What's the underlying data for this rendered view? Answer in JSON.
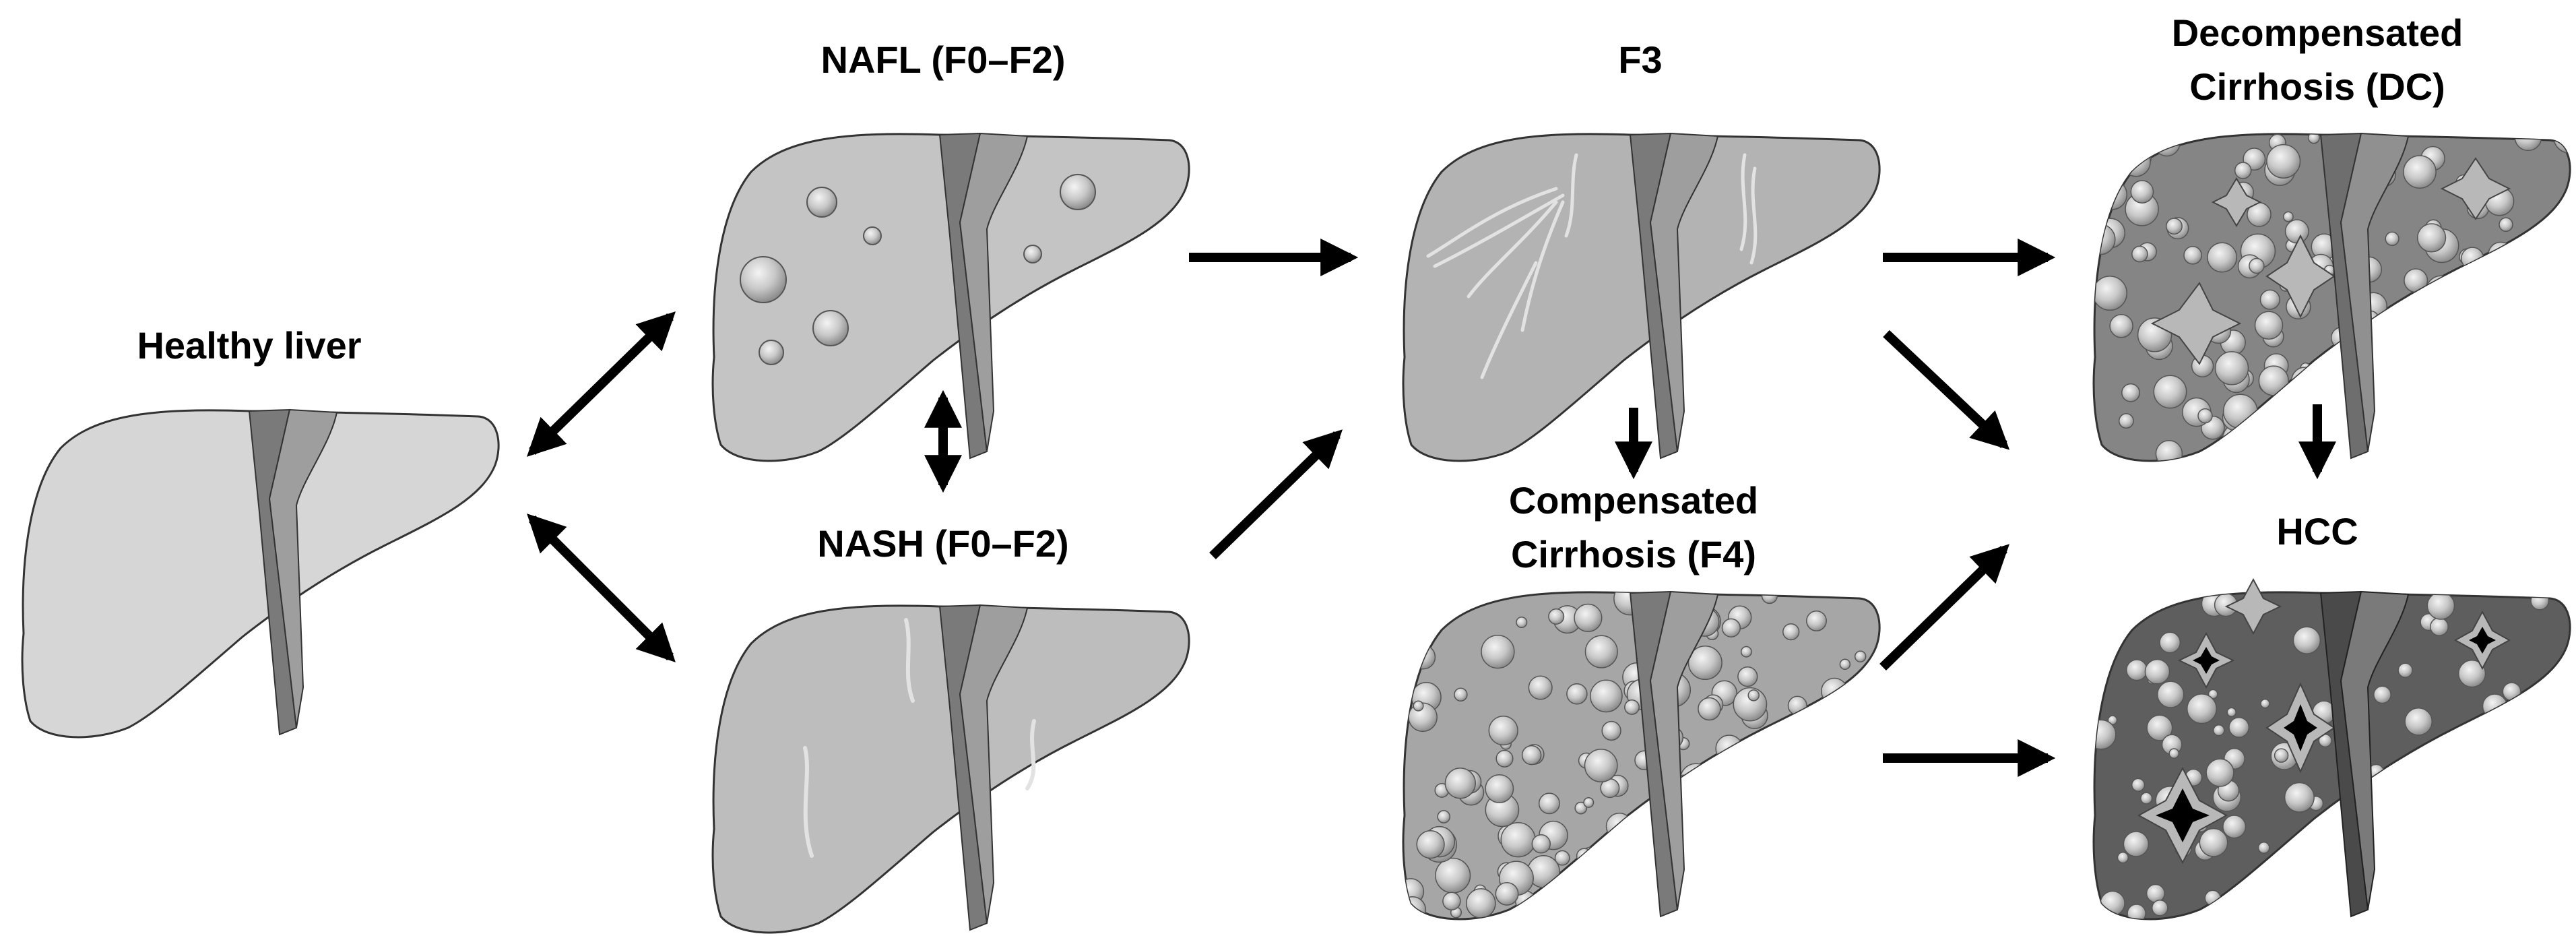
{
  "labels": {
    "healthy": "Healthy liver",
    "nafl": "NAFL (F0–F2)",
    "nash": "NASH (F0–F2)",
    "f3": "F3",
    "cc_line1": "Compensated",
    "cc_line2": "Cirrhosis (F4)",
    "dc_line1": "Decompensated",
    "dc_line2": "Cirrhosis (DC)",
    "hcc": "HCC"
  },
  "colors": {
    "healthy_fill": "#d6d6d6",
    "nafl_fill": "#c4c4c4",
    "nash_fill": "#bdbdbd",
    "f3_fill": "#b3b3b3",
    "cc_fill": "#a6a6a6",
    "dc_fill": "#858585",
    "hcc_fill": "#5e5e5e",
    "ligament_dark": "#7a7a7a",
    "ligament_light": "#9e9e9e",
    "outline": "#333333",
    "arrow": "#000000",
    "nodule_fill": "#cfcfcf",
    "fibrosis_stroke": "#e2e2e2",
    "tumor_core": "#000000"
  },
  "icons": [
    "liver-icon",
    "fat-droplet-icon",
    "fibrosis-streak-icon",
    "nodule-icon",
    "tumor-icon",
    "arrow-icon",
    "double-arrow-icon"
  ]
}
